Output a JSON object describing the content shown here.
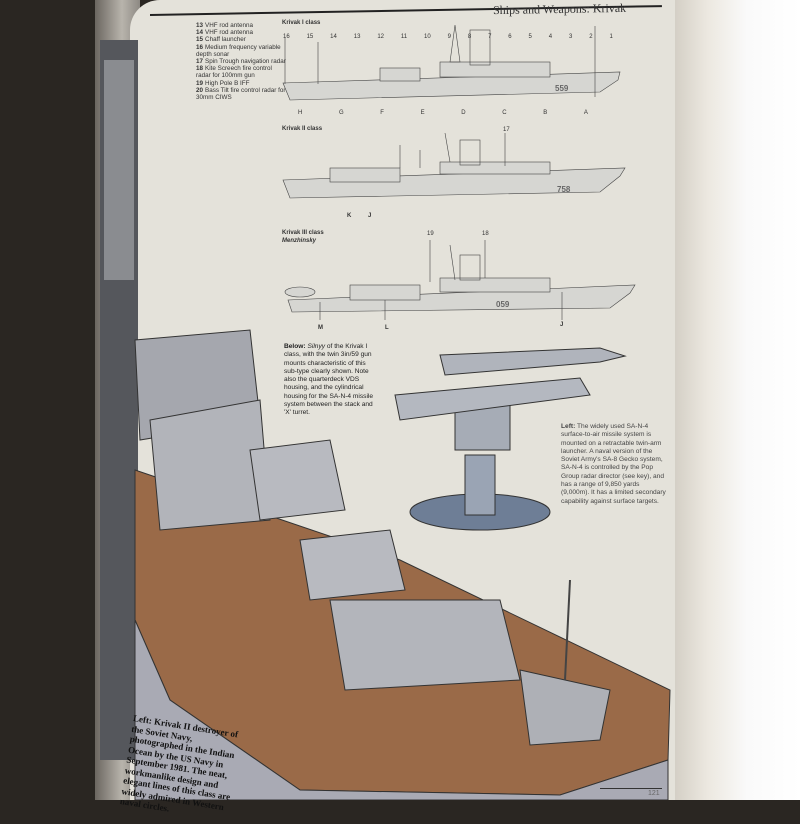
{
  "running_head": "Ships and Weapons: Krivak",
  "page_number": "121",
  "key": [
    {
      "num": "13",
      "text": "VHF rod antenna"
    },
    {
      "num": "14",
      "text": "VHF rod antenna"
    },
    {
      "num": "15",
      "text": "Chaff launcher"
    },
    {
      "num": "16",
      "text": "Medium frequency variable depth sonar"
    },
    {
      "num": "17",
      "text": "Spin Trough navigation radar"
    },
    {
      "num": "18",
      "text": "Kite Screech fire control radar for 100mm gun"
    },
    {
      "num": "19",
      "text": "High Pole B IFF"
    },
    {
      "num": "20",
      "text": "Bass Tilt fire control radar for 30mm CIWS"
    }
  ],
  "profiles": {
    "krivak1": {
      "title": "Krivak I class",
      "hull_number": "559",
      "top_callouts": [
        "16",
        "15",
        "14",
        "13",
        "12",
        "11",
        "10",
        "9",
        "8",
        "7",
        "6",
        "5",
        "4",
        "3",
        "2",
        "1"
      ],
      "bottom_callouts": [
        "H",
        "G",
        "F",
        "E",
        "D",
        "C",
        "B",
        "A"
      ]
    },
    "krivak2": {
      "title": "Krivak II class",
      "hull_number": "758",
      "top_callouts": [
        "17"
      ],
      "bottom_callouts": [
        "K",
        "J"
      ]
    },
    "krivak3": {
      "title": "Krivak III class",
      "subtitle": "Menzhinsky",
      "hull_number": "059",
      "top_callouts": [
        "19",
        "18"
      ],
      "bottom_callouts": [
        "M",
        "L",
        "J"
      ]
    }
  },
  "captions": {
    "below_lead": "Below:",
    "below_name": "Silnyy",
    "below_text": " of the Krivak I class, with the twin 3in/59 gun mounts characteristic of this sub-type clearly shown. Note also the quarterdeck VDS housing, and the cylindrical housing for the SA-N-4 missile system between the stack and 'X' turret.",
    "left_lead": "Left:",
    "left_text": " The widely used SA-N-4 surface-to-air missile system is mounted on a retractable twin-arm launcher. A naval version of the Soviet Army's SA-8 Gecko system, SA-N-4 is controlled by the Pop Group radar director (see key), and has a range of 9,850 yards (9,000m). It has a limited secondary capability against surface targets.",
    "bottom_text": "Left: Krivak II destroyer of the Soviet Navy, photographed in the Indian Ocean by the US Navy in September 1981. The neat, workmanlike design and elegant lines of this class are widely admired in Western naval circles."
  },
  "colors": {
    "page": "#e4e2da",
    "deck": "#9a6a48",
    "hull": "#a9aab4",
    "ink": "#222222"
  }
}
